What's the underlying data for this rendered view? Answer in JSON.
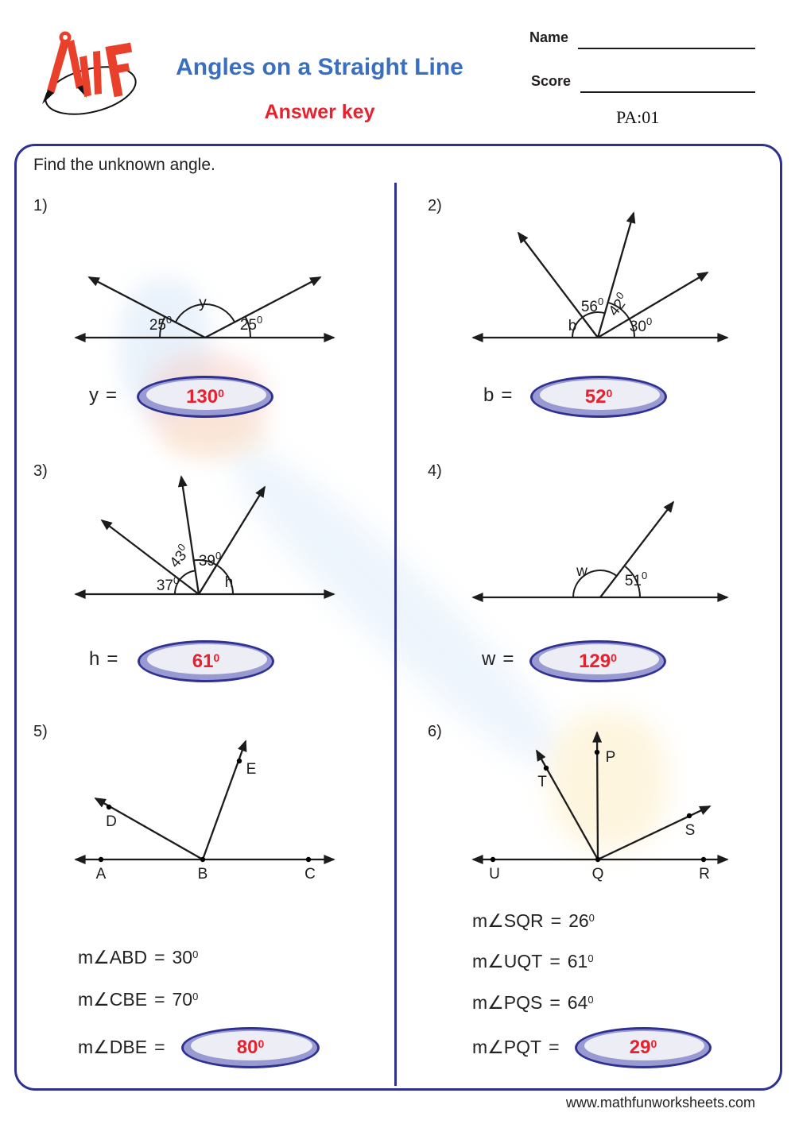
{
  "page": {
    "title": "Angles on a Straight Line",
    "subtitle": "Answer key",
    "name_label": "Name",
    "score_label": "Score",
    "code": "PA:01",
    "instruction": "Find the unknown angle.",
    "footer_url": "www.mathfunworksheets.com",
    "equals": "="
  },
  "colors": {
    "title_blue": "#3a6fc0",
    "answer_red": "#e8212e",
    "box_navy": "#2e3192",
    "oval_crescent": "#9a9ad2",
    "oval_fill": "#ededf5",
    "ink": "#1c1c1c",
    "logo_red": "#e8402a"
  },
  "problems": [
    {
      "number": "1)",
      "diagram": {
        "labels": [
          {
            "text": "25",
            "sup": "0"
          },
          {
            "text": "y"
          },
          {
            "text": "25",
            "sup": "0"
          }
        ]
      },
      "answer": {
        "label": "y",
        "value": "130",
        "sup": "0"
      }
    },
    {
      "number": "2)",
      "diagram": {
        "labels": [
          {
            "text": "b"
          },
          {
            "text": "56",
            "sup": "0"
          },
          {
            "text": "42",
            "sup": "0"
          },
          {
            "text": "30",
            "sup": "0"
          }
        ]
      },
      "answer": {
        "label": "b",
        "value": "52",
        "sup": "0"
      }
    },
    {
      "number": "3)",
      "diagram": {
        "labels": [
          {
            "text": "37",
            "sup": "0"
          },
          {
            "text": "43",
            "sup": "0"
          },
          {
            "text": "39",
            "sup": "0"
          },
          {
            "text": "h"
          }
        ]
      },
      "answer": {
        "label": "h",
        "value": "61",
        "sup": "0"
      }
    },
    {
      "number": "4)",
      "diagram": {
        "labels": [
          {
            "text": "w"
          },
          {
            "text": "51",
            "sup": "0"
          }
        ]
      },
      "answer": {
        "label": "w",
        "value": "129",
        "sup": "0"
      }
    },
    {
      "number": "5)",
      "diagram": {
        "points": [
          "D",
          "E",
          "A",
          "B",
          "C"
        ]
      },
      "equations": [
        {
          "label": "m∠ABD",
          "value": "30",
          "sup": "0"
        },
        {
          "label": "m∠CBE",
          "value": "70",
          "sup": "0"
        }
      ],
      "answer": {
        "label": "m∠DBE",
        "value": "80",
        "sup": "0"
      }
    },
    {
      "number": "6)",
      "diagram": {
        "points": [
          "T",
          "P",
          "S",
          "U",
          "Q",
          "R"
        ]
      },
      "equations": [
        {
          "label": "m∠SQR",
          "value": "26",
          "sup": "0"
        },
        {
          "label": "m∠UQT",
          "value": "61",
          "sup": "0"
        },
        {
          "label": "m∠PQS",
          "value": "64",
          "sup": "0"
        }
      ],
      "answer": {
        "label": "m∠PQT",
        "value": "29",
        "sup": "0"
      }
    }
  ]
}
